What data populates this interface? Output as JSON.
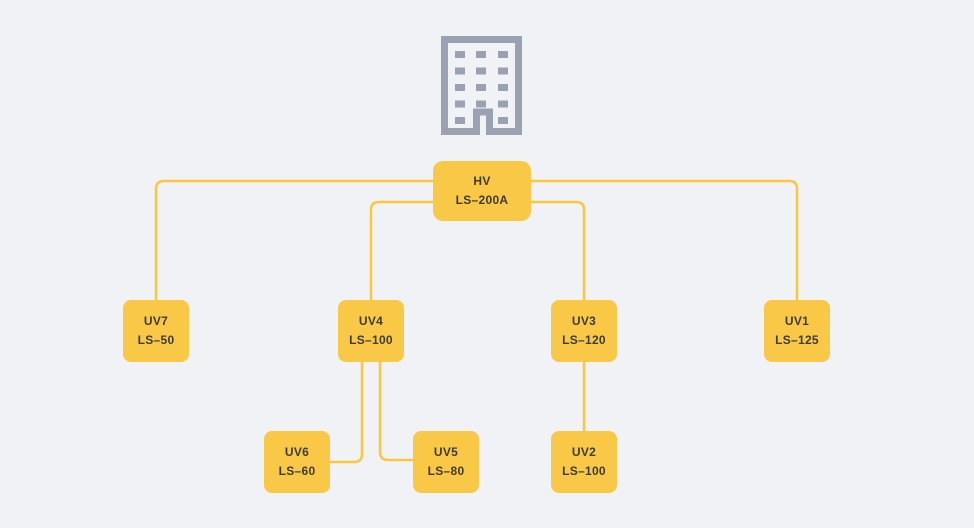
{
  "colors": {
    "background": "#F1F2F6",
    "node_fill": "#F9C847",
    "line": "#FCC63F",
    "text": "#3F3C36",
    "building": "#9AA2B2"
  },
  "diagram": {
    "type": "tree",
    "nodes": {
      "hv": {
        "title": "HV",
        "subtitle": "LS–200A"
      },
      "uv7": {
        "title": "UV7",
        "subtitle": "LS–50"
      },
      "uv4": {
        "title": "UV4",
        "subtitle": "LS–100"
      },
      "uv3": {
        "title": "UV3",
        "subtitle": "LS–120"
      },
      "uv1": {
        "title": "UV1",
        "subtitle": "LS–125"
      },
      "uv6": {
        "title": "UV6",
        "subtitle": "LS–60"
      },
      "uv5": {
        "title": "UV5",
        "subtitle": "LS–80"
      },
      "uv2": {
        "title": "UV2",
        "subtitle": "LS–100"
      }
    },
    "edges": [
      {
        "from": "hv",
        "to": "uv7"
      },
      {
        "from": "hv",
        "to": "uv4"
      },
      {
        "from": "hv",
        "to": "uv3"
      },
      {
        "from": "hv",
        "to": "uv1"
      },
      {
        "from": "uv4",
        "to": "uv6"
      },
      {
        "from": "uv4",
        "to": "uv5"
      },
      {
        "from": "uv3",
        "to": "uv2"
      }
    ],
    "icons": [
      {
        "name": "building-icon",
        "meaning": "facility / main building above HV root node"
      }
    ]
  }
}
